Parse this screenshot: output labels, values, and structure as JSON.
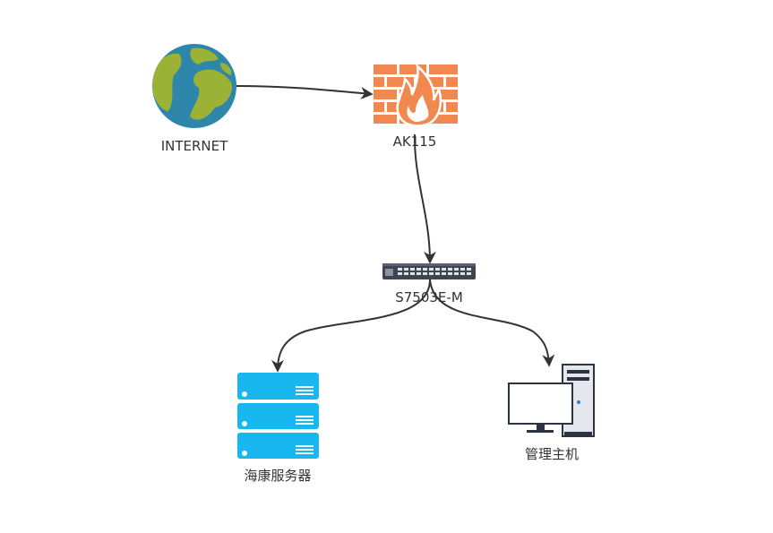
{
  "nodes": {
    "internet": {
      "label": "INTERNET",
      "icon": "globe-icon"
    },
    "firewall": {
      "label": "AK115",
      "icon": "firewall-icon"
    },
    "switch": {
      "label": "S7503E-M",
      "icon": "network-switch-icon"
    },
    "server": {
      "label": "海康服务器",
      "icon": "server-rack-icon"
    },
    "host": {
      "label": "管理主机",
      "icon": "desktop-computer-icon"
    }
  },
  "edges": [
    {
      "from": "internet",
      "to": "firewall"
    },
    {
      "from": "firewall",
      "to": "switch"
    },
    {
      "from": "switch",
      "to": "server"
    },
    {
      "from": "switch",
      "to": "host"
    }
  ],
  "colors": {
    "line": "#333333",
    "globe_ocean": "#2e86ab",
    "globe_land": "#9bb236",
    "firewall_brick": "#f0884f",
    "server": "#19b7f0",
    "switch_body": "#3f4451"
  }
}
